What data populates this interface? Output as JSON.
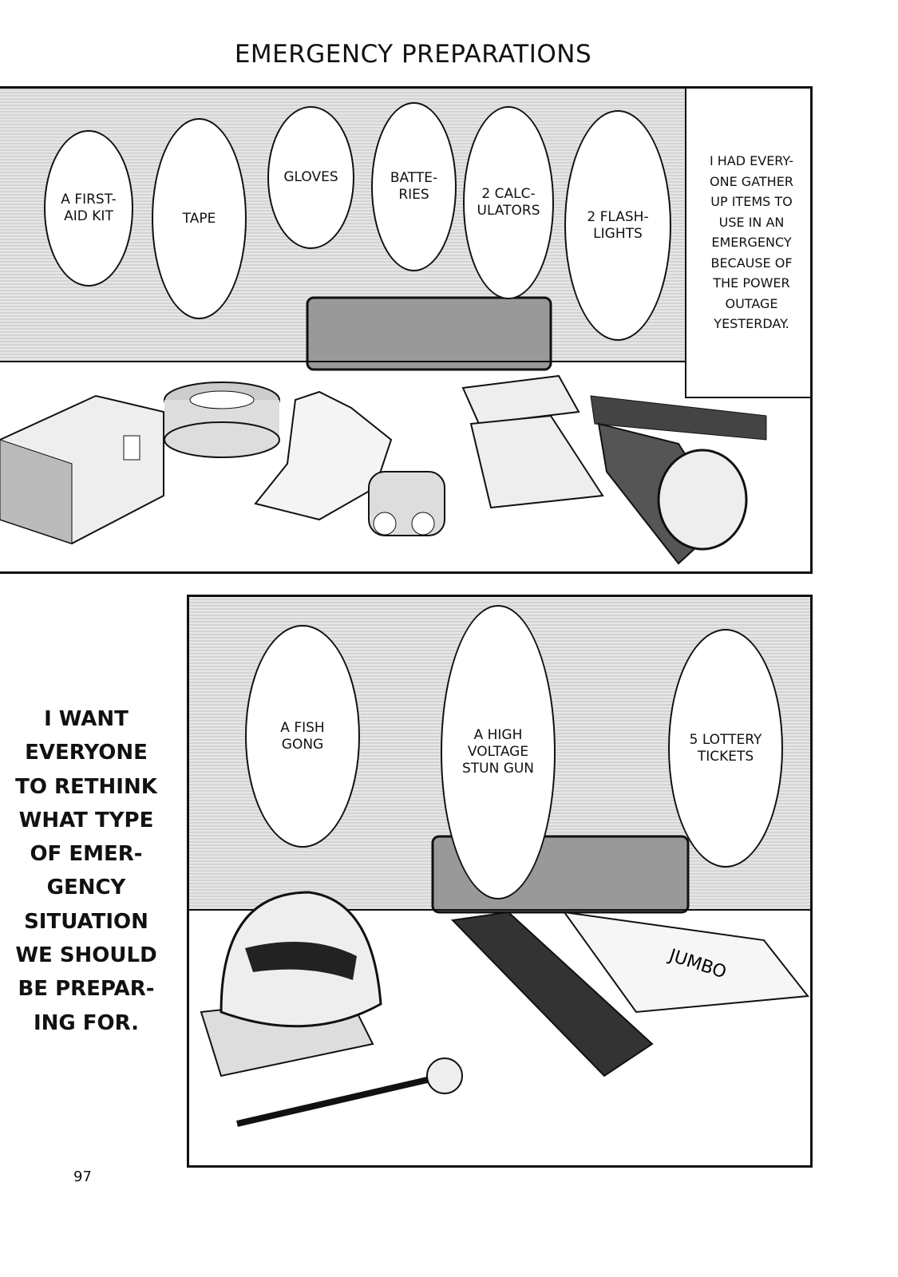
{
  "title": "EMERGENCY PREPARATIONS",
  "panel1": {
    "bubbles": [
      "A FIRST-\nAID KIT",
      "TAPE",
      "GLOVES",
      "BATTE-\nRIES",
      "2 CALC-\nULATORS",
      "2 FLASH-\nLIGHTS"
    ],
    "narration": [
      "I HAD EVERY-",
      "ONE GATHER",
      "UP ITEMS TO",
      "USE IN AN",
      "EMERGENCY",
      "BECAUSE OF",
      "THE POWER",
      "OUTAGE",
      "YESTERDAY."
    ]
  },
  "panel2": {
    "bubbles": [
      "A FISH\nGONG",
      "A HIGH\nVOLTAGE\nSTUN GUN",
      "5 LOTTERY\nTICKETS"
    ],
    "ticket_logo": "JUMBO"
  },
  "side_text": [
    "I WANT",
    "EVERYONE",
    "TO RETHINK",
    "WHAT TYPE",
    "OF EMER-",
    "GENCY",
    "SITUATION",
    "WE SHOULD",
    "BE PREPAR-",
    "ING FOR."
  ],
  "page_number": "97"
}
